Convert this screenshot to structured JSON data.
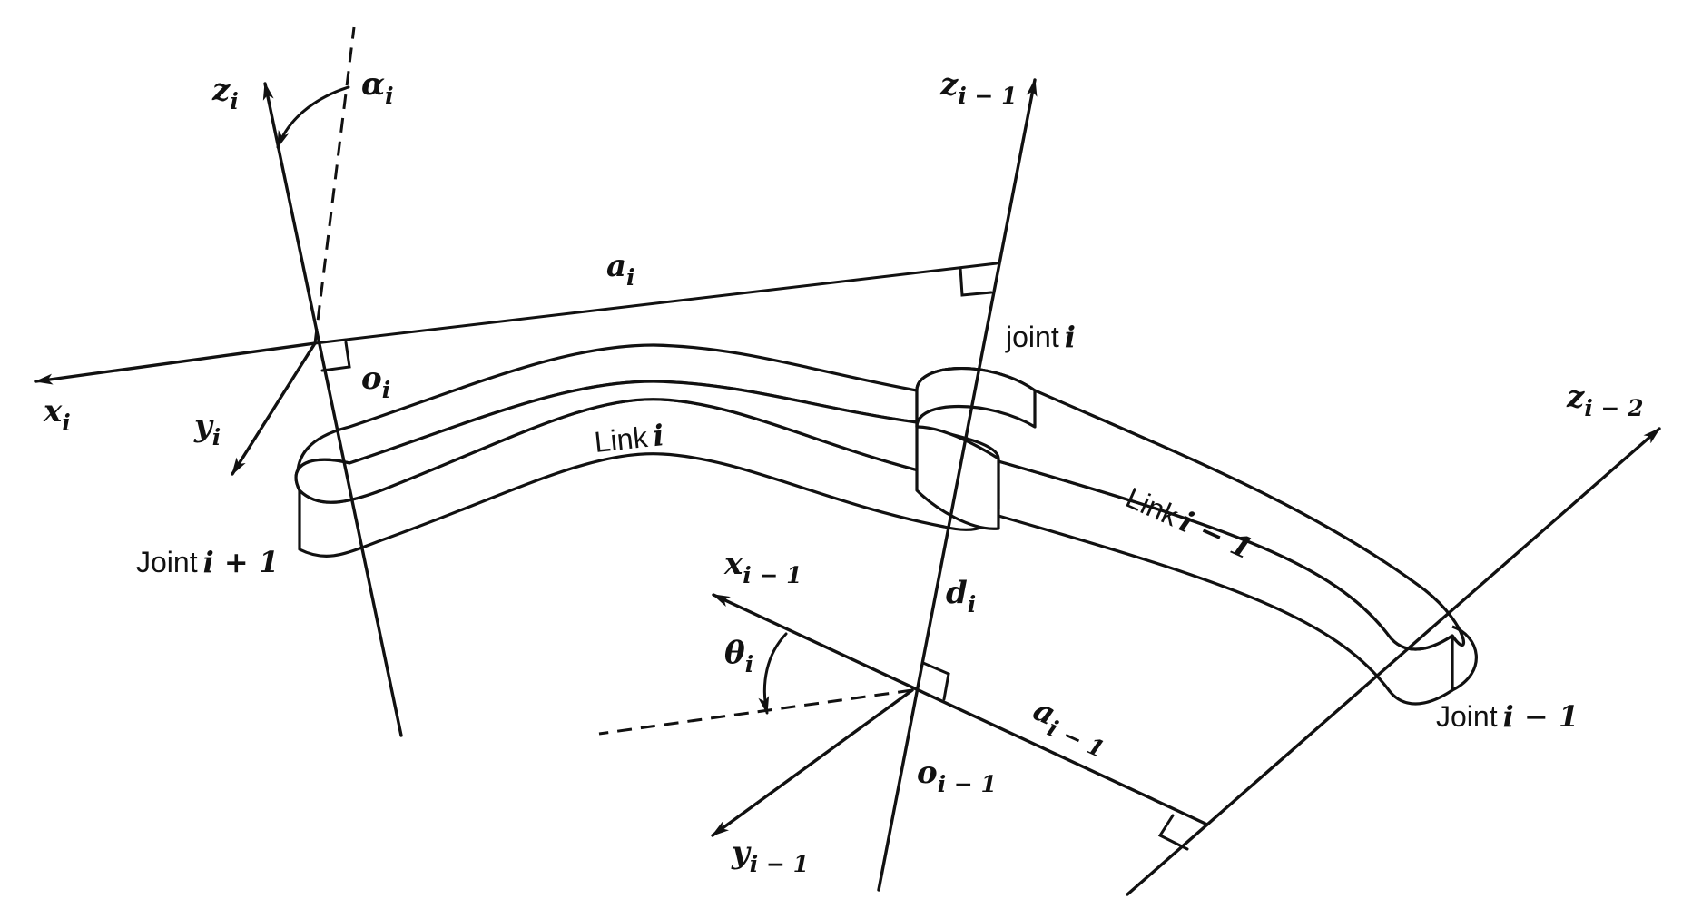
{
  "axes": {
    "z_i": {
      "symbol": "z",
      "sub": "i"
    },
    "x_i": {
      "symbol": "x",
      "sub": "i"
    },
    "y_i": {
      "symbol": "y",
      "sub": "i"
    },
    "o_i": {
      "symbol": "o",
      "sub": "i"
    },
    "z_im1": {
      "symbol": "z",
      "sub": "i − 1"
    },
    "x_im1": {
      "symbol": "x",
      "sub": "i − 1"
    },
    "y_im1": {
      "symbol": "y",
      "sub": "i − 1"
    },
    "o_im1": {
      "symbol": "o",
      "sub": "i − 1"
    },
    "z_im2": {
      "symbol": "z",
      "sub": "i − 2"
    }
  },
  "parameters": {
    "alpha_i": {
      "symbol": "α",
      "sub": "i"
    },
    "a_i": {
      "symbol": "a",
      "sub": "i"
    },
    "d_i": {
      "symbol": "d",
      "sub": "i"
    },
    "theta_i": {
      "symbol": "θ",
      "sub": "i"
    },
    "a_im1": {
      "symbol": "a",
      "sub": "i − 1"
    }
  },
  "labels": {
    "joint_i": {
      "word": "joint",
      "index": "i"
    },
    "link_i": {
      "word": "Link",
      "index": "i"
    },
    "link_im1": {
      "word": "Link",
      "index": "i − 1"
    },
    "joint_ip1": {
      "word": "Joint",
      "index": "i + 1"
    },
    "joint_im1": {
      "word": "Joint",
      "index": "i − 1"
    }
  }
}
